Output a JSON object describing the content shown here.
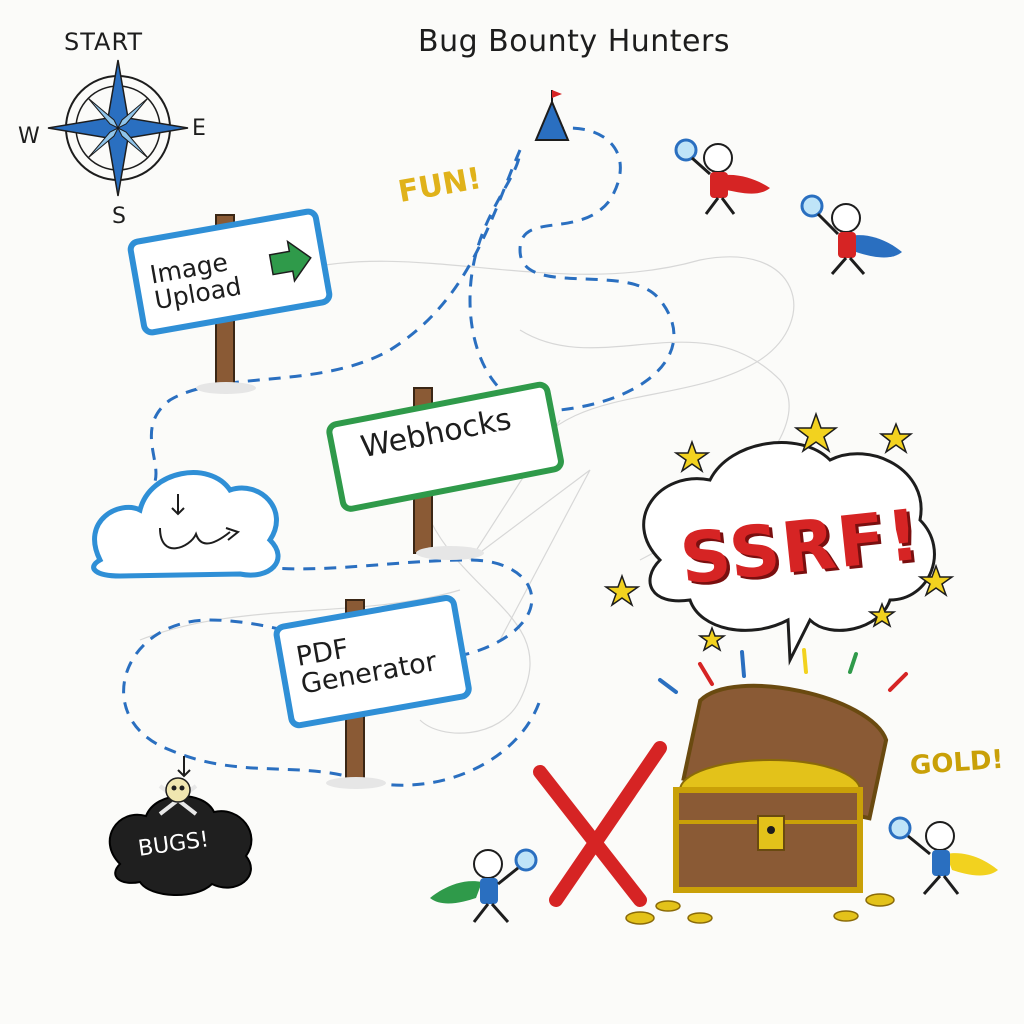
{
  "title": "Bug Bounty Hunters",
  "compass": {
    "start": "START",
    "west": "W",
    "east": "E",
    "south": "S"
  },
  "annotations": {
    "fun": "FUN!",
    "gold": "GOLD!",
    "bugs": "BUGS!",
    "ssrf": "SSRF!"
  },
  "signs": {
    "image_upload": [
      "Image",
      "Upload"
    ],
    "webhooks": "Webhocks",
    "pdf_generator": [
      "PDF",
      "Generator"
    ]
  },
  "colors": {
    "path": "#2a6fc0",
    "sign_blue": "#2f8fd6",
    "sign_green": "#2f9a4a",
    "ssrf_red": "#d62424",
    "gold": "#e3c21a",
    "wood": "#8a5a35",
    "cloud": "#2f8fd6",
    "bug_cloud": "#1f1f1f"
  },
  "icons": [
    "compass-icon",
    "tent-icon",
    "cloud-icon",
    "skull-icon",
    "treasure-chest-icon",
    "magnifier-icon",
    "star-icon",
    "x-mark-icon"
  ]
}
